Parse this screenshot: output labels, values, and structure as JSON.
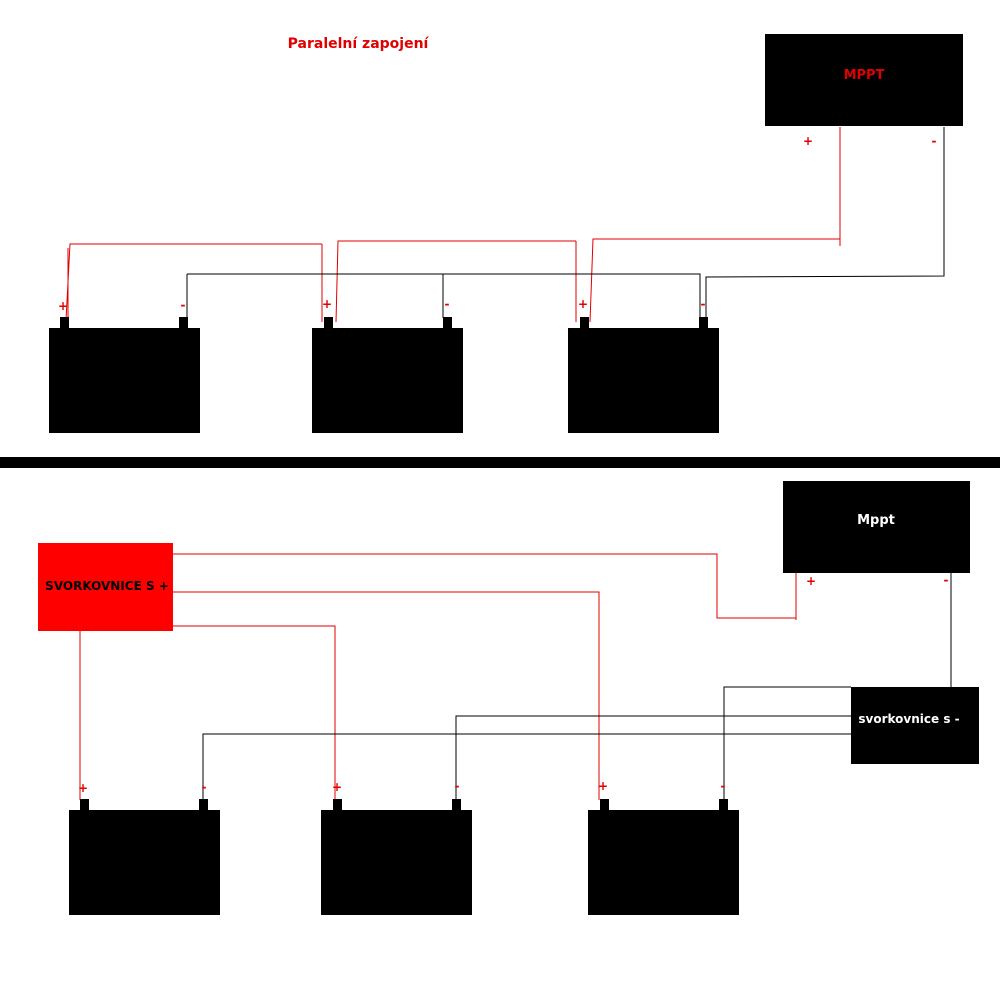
{
  "title": "Paralelní zapojení",
  "top": {
    "controller_label": "MPPT",
    "controller_plus": "+",
    "controller_minus": "-",
    "batteries": [
      {
        "plus": "+",
        "minus": "-"
      },
      {
        "plus": "+",
        "minus": "-"
      },
      {
        "plus": "+",
        "minus": "-"
      }
    ]
  },
  "bottom": {
    "controller_label": "Mppt",
    "controller_plus": "+",
    "controller_minus": "-",
    "plus_terminal_label": "SVORKOVNICE S +",
    "minus_terminal_label": "svorkovnice s -",
    "batteries": [
      {
        "plus": "+",
        "minus": "-"
      },
      {
        "plus": "+",
        "minus": "-"
      },
      {
        "plus": "+",
        "minus": "-"
      }
    ]
  },
  "colors": {
    "accent": "#e00000",
    "dark": "#000000",
    "background": "#ffffff"
  }
}
